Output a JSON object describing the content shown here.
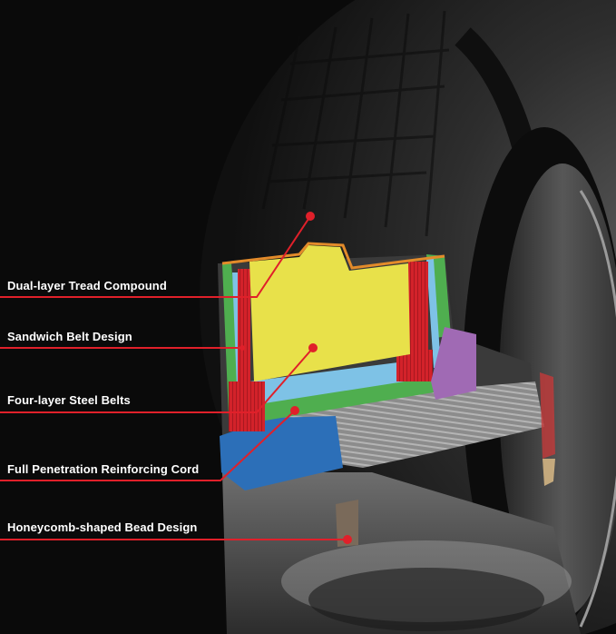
{
  "labels": {
    "tread": "Dual-layer Tread Compound",
    "sandwich": "Sandwich Belt Design",
    "steel": "Four-layer Steel Belts",
    "cord": "Full Penetration Reinforcing Cord",
    "bead": "Honeycomb-shaped Bead Design"
  },
  "colors": {
    "background": "#0a0a0a",
    "leader": "#e0202a",
    "label_text": "#ffffff",
    "yellow_layer": "#e8e14a",
    "red_layer": "#d3222a",
    "green_layer": "#4fae4f",
    "lightblue_layer": "#7ec2e6",
    "blue_layer": "#2c6fb8",
    "purple_layer": "#a06ab4"
  }
}
